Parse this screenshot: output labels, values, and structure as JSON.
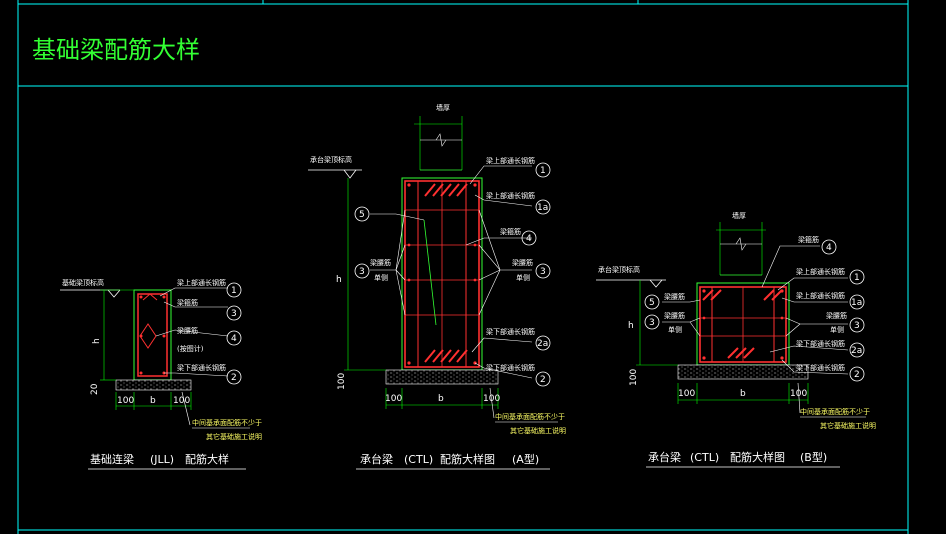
{
  "title": "基础梁配筋大样",
  "colors": {
    "frame": "#00ffff",
    "line": "#ffffff",
    "green": "#33ff33",
    "rebar": "#ff3030",
    "dim": "#00ff00",
    "yellow": "#ffff66"
  },
  "d1": {
    "top_label": "基础梁顶标高",
    "l_top_rebar": "梁上部通长钢筋",
    "l_stirrup": "梁箍筋",
    "l_waist": "梁腰筋",
    "l_calc": "(按图计)",
    "l_bottom_rebar": "梁下部通长钢筋",
    "c1": "1",
    "c3": "3",
    "c4": "4",
    "c2": "2",
    "h": "h",
    "d20": "20",
    "dim_left": "100",
    "dim_b": "b",
    "dim_right": "100",
    "note1": "中间基承面配筋不少于",
    "note2": "其它基础施工说明",
    "caption_a": "基础连梁",
    "caption_b": "(JLL)",
    "caption_c": "配筋大样"
  },
  "d2": {
    "top_width": "墙厚",
    "top_label": "承台梁顶标高",
    "l_top": "梁上部通长钢筋",
    "l_top2": "梁上部通长钢筋",
    "l_stirrup": "梁箍筋",
    "l_waist_left1": "梁腰筋",
    "l_waist_left2": "单侧",
    "l_waist_right1": "梁腰筋",
    "l_waist_right2": "单侧",
    "l_bot1": "梁下部通长钢筋",
    "l_bot2": "梁下部通长钢筋",
    "c1": "1",
    "c1a": "1a",
    "c4": "4",
    "c3": "3",
    "c2a": "2a",
    "c2": "2",
    "c5": "5",
    "c3l": "3",
    "h": "h",
    "d100": "100",
    "dim_left": "100",
    "dim_b": "b",
    "dim_right": "100",
    "note1": "中间基承面配筋不少于",
    "note2": "其它基础施工说明",
    "caption_a": "承台梁",
    "caption_b": "(CTL)",
    "caption_c": "配筋大样图",
    "caption_d": "(A型)"
  },
  "d3": {
    "top_width": "墙厚",
    "top_label": "承台梁顶标高",
    "l_stirrup_top": "梁箍筋",
    "l_top": "梁上部通长钢筋",
    "l_top2": "梁上部通长钢筋",
    "l_left1": "梁腰筋",
    "l_left2": "梁腰筋",
    "l_left3": "单侧",
    "l_right1": "梁腰筋",
    "l_right2": "单侧",
    "l_bot1": "梁下部通长钢筋",
    "l_bot2": "梁下部通长钢筋",
    "c4": "4",
    "c1": "1",
    "c1a": "1a",
    "c3": "3",
    "c2a": "2a",
    "c2": "2",
    "c5": "5",
    "c3l": "3",
    "h": "h",
    "d100": "100",
    "dim_left": "100",
    "dim_b": "b",
    "dim_right": "100",
    "note1": "中间基承面配筋不少于",
    "note2": "其它基础施工说明",
    "caption_a": "承台梁",
    "caption_b": "(CTL)",
    "caption_c": "配筋大样图",
    "caption_d": "(B型)"
  }
}
